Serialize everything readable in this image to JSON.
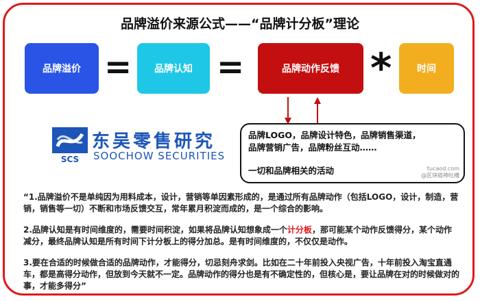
{
  "title": "品牌溢价来源公式——“品牌计分板”理论",
  "formula": {
    "box1": "品牌溢价",
    "eq1": "=",
    "box2": "品牌认知",
    "eq2": "=",
    "box3": "品牌动作反馈",
    "times": "*",
    "box4": "时间"
  },
  "logo": {
    "cn": "东吴零售研究",
    "en": "SOOCHOW SECURITIES",
    "mark_text": "SCS"
  },
  "note": {
    "line1": "品牌LOGO，品牌设计特色，品牌销售渠道，",
    "line2": "品牌营销广告，品牌粉丝互动……",
    "tag": "一切和品牌相关的活动",
    "watermark1": "tucaod.com",
    "watermark2": "@区块链神吐槽"
  },
  "paragraphs": {
    "p1": "“1.品牌溢价不是单纯因为用料成本，设计，营销等单因素形成的，是通过所有品牌动作（包括LOGO，设计，制造，营销，销售等一切）不断和市场反馈交互，常年累月积淀而成的，是一个综合的影响。",
    "p2_pre": "2.品牌认知是有时间维度的，需要时间积淀，如果将品牌认知想象成一个",
    "p2_hl": "计分板",
    "p2_post": "，那可能某个动作反馈得分，某个动作减分，最终品牌认知是所有时间下计分板上的得分加总。是有时间维度的，不仅仅是动作。",
    "p3": "3.要在合适的时候做合适的品牌动作，才能得分，切忌刻舟求剑。比如在二十年前投入央视广告，十年前投入淘宝直通车，都是高得分动作，但放到今天就不一定。品牌动作的得分也是有不确定性的，但核心是，要让品牌在对的时候做对的事，才能多得分”"
  },
  "colors": {
    "frame": "#e01818",
    "box1": "#2a54e6",
    "box2": "#1fc7e6",
    "box3": "#c40f10",
    "box4": "#f2ae1e",
    "logo": "#1d55b8",
    "highlight": "#e01818"
  },
  "icons": {
    "arrow_down": "down-arrow-icon",
    "arrow_up": "up-arrow-icon",
    "logo_mark": "soochow-logo-icon"
  }
}
